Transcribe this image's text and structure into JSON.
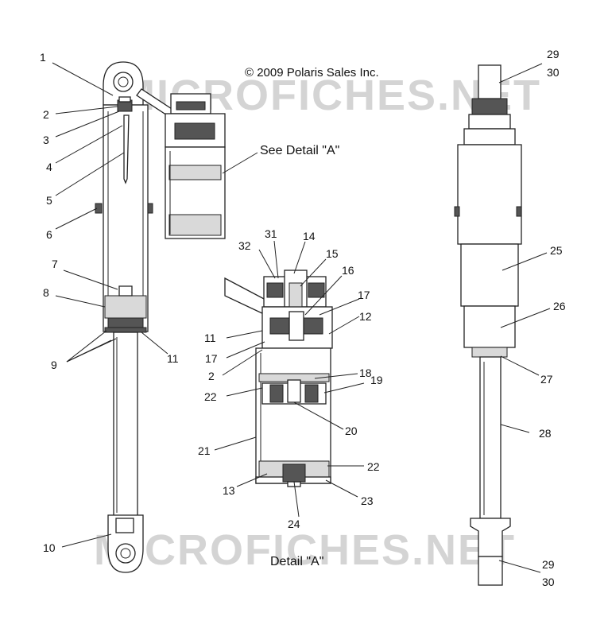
{
  "copyright": "© 2009 Polaris Sales Inc.",
  "watermark": "MICROFICHES.NET",
  "see_detail": "See Detail \"A\"",
  "detail_title": "Detail \"A\"",
  "callouts": {
    "c1": "1",
    "c2": "2",
    "c3": "3",
    "c4": "4",
    "c5": "5",
    "c6": "6",
    "c7": "7",
    "c8": "8",
    "c9": "9",
    "c10": "10",
    "c11a": "11",
    "c11b": "11",
    "c11c": "11",
    "c12": "12",
    "c13": "13",
    "c14": "14",
    "c15": "15",
    "c16": "16",
    "c17a": "17",
    "c17b": "17",
    "c18": "18",
    "c19": "19",
    "c20": "20",
    "c21": "21",
    "c22a": "22",
    "c22b": "22",
    "c2b": "2",
    "c23": "23",
    "c24": "24",
    "c25": "25",
    "c26": "26",
    "c27": "27",
    "c28": "28",
    "c29a": "29",
    "c30a": "30",
    "c29b": "29",
    "c30b": "30",
    "c31": "31",
    "c32": "32"
  }
}
